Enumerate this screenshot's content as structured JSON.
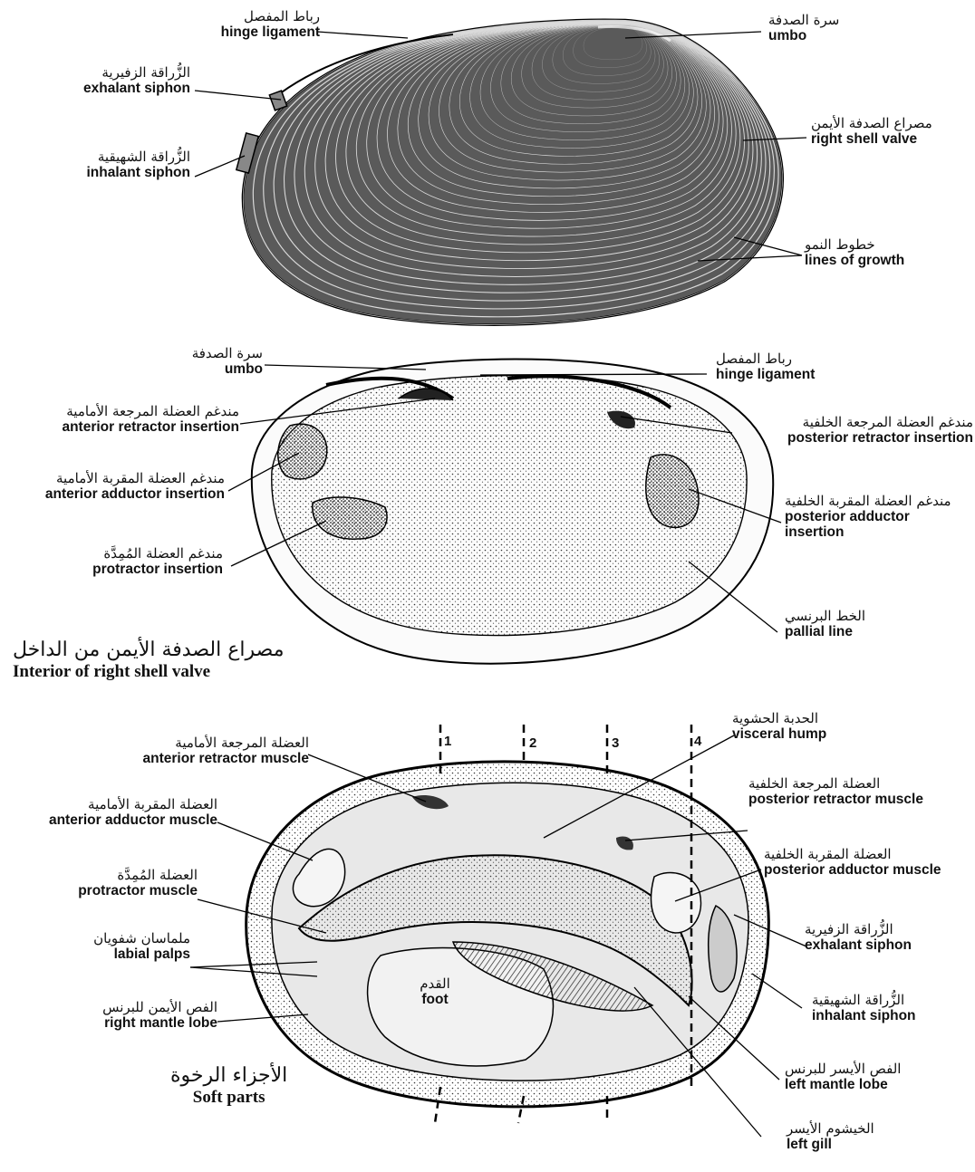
{
  "top_shell": {
    "hinge_ligament": {
      "ar": "رباط المفصل",
      "en": "hinge ligament"
    },
    "umbo": {
      "ar": "سرة الصدفة",
      "en": "umbo"
    },
    "exhalant_siphon": {
      "ar": "الزُّراقة الزفيرية",
      "en": "exhalant siphon"
    },
    "right_shell_valve": {
      "ar": "مصراع الصدفة الأيمن",
      "en": "right shell valve"
    },
    "inhalant_siphon": {
      "ar": "الزُّراقة الشهيقية",
      "en": "inhalant siphon"
    },
    "lines_of_growth": {
      "ar": "خطوط النمو",
      "en": "lines of growth"
    }
  },
  "interior": {
    "title": {
      "ar": "مصراع الصدفة الأيمن من الداخل",
      "en": "Interior of right shell valve"
    },
    "umbo": {
      "ar": "سرة الصدفة",
      "en": "umbo"
    },
    "hinge_ligament": {
      "ar": "رباط المفصل",
      "en": "hinge ligament"
    },
    "anterior_retractor": {
      "ar": "مندغم العضلة المرجعة الأمامية",
      "en": "anterior retractor insertion"
    },
    "posterior_retractor": {
      "ar": "مندغم العضلة المرجعة الخلفية",
      "en": "posterior retractor insertion"
    },
    "anterior_adductor": {
      "ar": "مندغم العضلة المقربة الأمامية",
      "en": "anterior adductor insertion"
    },
    "posterior_adductor": {
      "ar": "مندغم العضلة المقربة الخلفية",
      "en1": "posterior adductor",
      "en2": "insertion"
    },
    "protractor": {
      "ar": "مندغم العضلة المُمِدَّة",
      "en": "protractor insertion"
    },
    "pallial_line": {
      "ar": "الخط البرنسي",
      "en": "pallial line"
    }
  },
  "soft_parts": {
    "title": {
      "ar": "الأجزاء الرخوة",
      "en": "Soft parts"
    },
    "section_numbers": [
      "1",
      "2",
      "3",
      "4"
    ],
    "visceral_hump": {
      "ar": "الحدبة الحشوية",
      "en": "visceral hump"
    },
    "anterior_retractor_muscle": {
      "ar": "العضلة المرجعة الأمامية",
      "en": "anterior retractor muscle"
    },
    "posterior_retractor_muscle": {
      "ar": "العضلة المرجعة الخلفية",
      "en": "posterior retractor muscle"
    },
    "anterior_adductor_muscle": {
      "ar": "العضلة المقربة الأمامية",
      "en": "anterior adductor muscle"
    },
    "posterior_adductor_muscle": {
      "ar": "العضلة المقربة الخلفية",
      "en": "posterior adductor muscle"
    },
    "protractor_muscle": {
      "ar": "العضلة المُمِدَّة",
      "en": "protractor muscle"
    },
    "exhalant_siphon": {
      "ar": "الزُّراقة الزفيرية",
      "en": "exhalant siphon"
    },
    "labial_palps": {
      "ar": "ملماسان شفويان",
      "en": "labial palps"
    },
    "inhalant_siphon": {
      "ar": "الزُّراقة الشهيقية",
      "en": "inhalant siphon"
    },
    "foot": {
      "ar": "القدم",
      "en": "foot"
    },
    "right_mantle_lobe": {
      "ar": "الفص الأيمن للبرنس",
      "en": "right mantle lobe"
    },
    "left_mantle_lobe": {
      "ar": "الفص الأيسر للبرنس",
      "en": "left mantle lobe"
    },
    "left_gill": {
      "ar": "الخيشوم الأيسر",
      "en": "left gill"
    }
  }
}
